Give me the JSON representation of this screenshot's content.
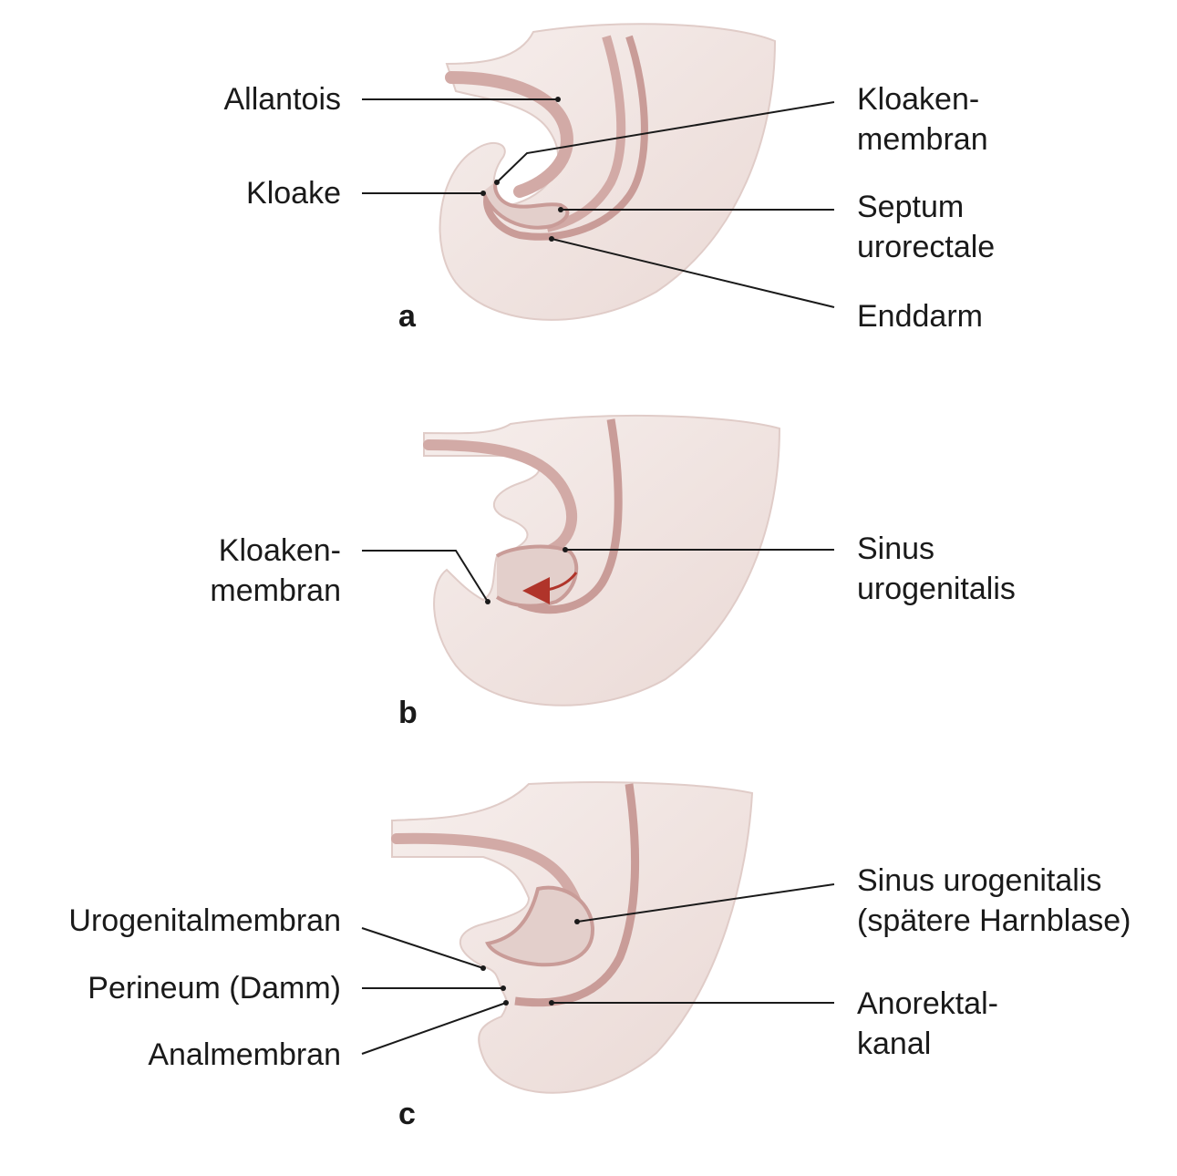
{
  "panels": [
    {
      "letter": "a",
      "labels": {
        "allantois": "Allantois",
        "kloake": "Kloake",
        "kloakenmembran_1": "Kloaken-",
        "kloakenmembran_2": "membran",
        "septum_1": "Septum",
        "septum_2": "urorectale",
        "enddarm": "Enddarm"
      }
    },
    {
      "letter": "b",
      "labels": {
        "kloakenmembran_1": "Kloaken-",
        "kloakenmembran_2": "membran",
        "sinus_1": "Sinus",
        "sinus_2": "urogenitalis"
      }
    },
    {
      "letter": "c",
      "labels": {
        "urogenitalmembran": "Urogenitalmembran",
        "perineum": "Perineum (Damm)",
        "analmembran": "Analmembran",
        "sinus_1": "Sinus urogenitalis",
        "sinus_2": "(spätere Harnblase)",
        "anorektal_1": "Anorektal-",
        "anorektal_2": "kanal"
      }
    }
  ],
  "colors": {
    "tissue": "#f1e5e2",
    "tissue_shade": "#e3cfcb",
    "lumen": "#d2aaa6",
    "lumen_edge": "#b88a86",
    "arrow": "#b0342a"
  }
}
